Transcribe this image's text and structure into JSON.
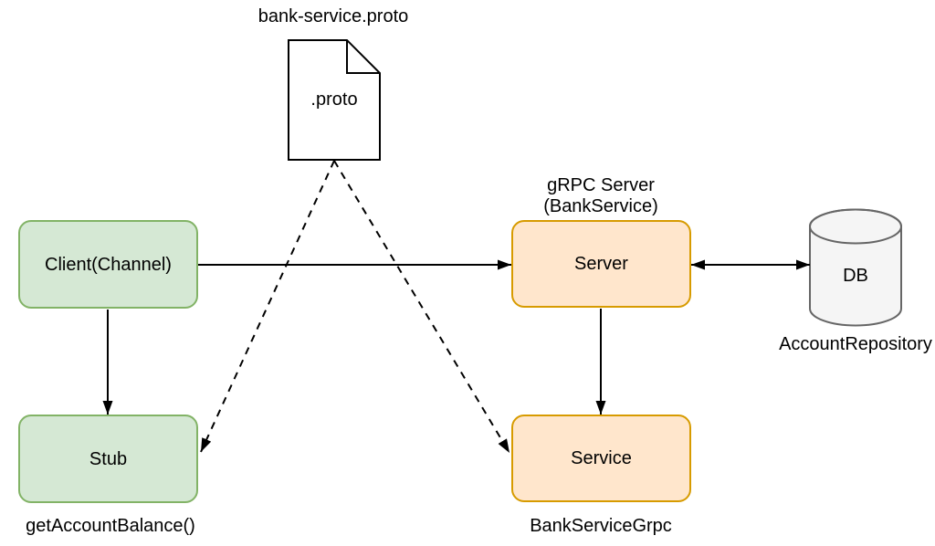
{
  "diagram": {
    "title_label": "bank-service.proto",
    "proto_file": {
      "label": ".proto"
    },
    "nodes": {
      "client": {
        "label": "Client(Channel)",
        "color": "green"
      },
      "stub": {
        "label": "Stub",
        "color": "green"
      },
      "server": {
        "label": "Server",
        "color": "orange"
      },
      "service": {
        "label": "Service",
        "color": "orange"
      },
      "db": {
        "label": "DB",
        "color": "gray"
      }
    },
    "captions": {
      "server_line1": "gRPC Server",
      "server_line2": "(BankService)",
      "stub": "getAccountBalance()",
      "service": "BankServiceGrpc",
      "db": "AccountRepository"
    },
    "edges": [
      {
        "from": "client",
        "to": "server",
        "style": "solid",
        "direction": "one-way"
      },
      {
        "from": "client",
        "to": "stub",
        "style": "solid",
        "direction": "one-way"
      },
      {
        "from": "server",
        "to": "service",
        "style": "solid",
        "direction": "one-way"
      },
      {
        "from": "server",
        "to": "db",
        "style": "solid",
        "direction": "two-way"
      },
      {
        "from": "proto-file",
        "to": "stub",
        "style": "dashed",
        "direction": "one-way"
      },
      {
        "from": "proto-file",
        "to": "service",
        "style": "dashed",
        "direction": "one-way"
      }
    ],
    "colors": {
      "green_fill": "#d5e8d4",
      "green_stroke": "#82b366",
      "orange_fill": "#ffe6cc",
      "orange_stroke": "#d79b00",
      "gray_fill": "#f5f5f5",
      "gray_stroke": "#666666",
      "line": "#000000",
      "background": "#ffffff"
    }
  }
}
